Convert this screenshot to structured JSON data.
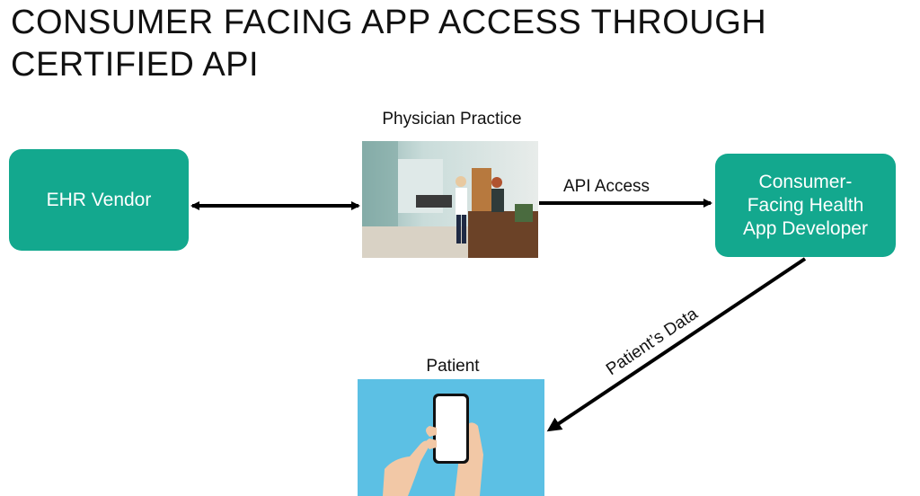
{
  "title": {
    "line1": "CONSUMER FACING APP ACCESS THROUGH",
    "line2": "CERTIFIED API"
  },
  "nodes": {
    "ehr_vendor": "EHR Vendor",
    "physician_practice": "Physician Practice",
    "app_developer_line1": "Consumer-",
    "app_developer_line2": "Facing Health",
    "app_developer_line3": "App Developer",
    "patient": "Patient"
  },
  "edges": {
    "api_access": "API Access",
    "patients_data": "Patient’s Data"
  },
  "colors": {
    "box_fill": "#13a88e",
    "patient_bg": "#5cc0e4",
    "arrow": "#000000"
  }
}
